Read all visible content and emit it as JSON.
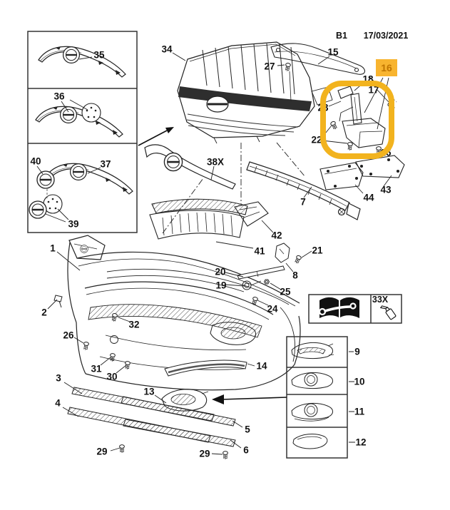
{
  "page": {
    "background": "#ffffff",
    "line_color": "#222222"
  },
  "header": {
    "sheet_code": "B1",
    "date": "17/03/2021"
  },
  "highlight": {
    "selected_part": "16",
    "ring_color": "#F2B31E",
    "badge_bg": "#F8B42F",
    "badge_text": "#C07500"
  },
  "callouts": {
    "p1": "1",
    "p2": "2",
    "p3": "3",
    "p4": "4",
    "p5": "5",
    "p6": "6",
    "p7": "7",
    "p8": "8",
    "p9": "9",
    "p10": "10",
    "p11": "11",
    "p12": "12",
    "p13": "13",
    "p14": "14",
    "p15": "15",
    "p17": "17",
    "p18": "18",
    "p19": "19",
    "p20": "20",
    "p21": "21",
    "p22": "22",
    "p23": "23",
    "p24": "24",
    "p25": "25",
    "p26": "26",
    "p27": "27",
    "p29": "29",
    "p30": "30",
    "p31": "31",
    "p32": "32",
    "p33x": "33X",
    "p34": "34",
    "p35": "35",
    "p36": "36",
    "p37": "37",
    "p38x": "38X",
    "p39": "39",
    "p40": "40",
    "p41": "41",
    "p42": "42",
    "p43": "43",
    "p44": "44"
  },
  "icons": {
    "legend_manual": "book-wrench-icon",
    "legend_adhesive": "glue-bottle-icon",
    "arrow_to_grille": "arrow-right-icon",
    "arrow_to_fog_location": "arrow-left-icon"
  }
}
